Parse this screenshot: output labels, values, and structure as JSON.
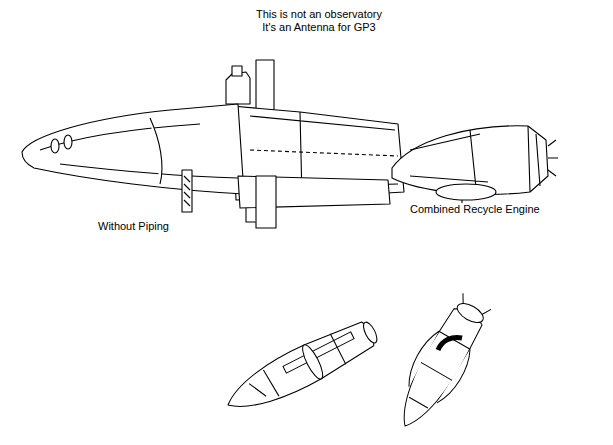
{
  "diagram": {
    "labels": [
      "This is not an observatory It's an Antenna for GP3",
      "Without Piping",
      "Combined Recycle Engine"
    ]
  }
}
